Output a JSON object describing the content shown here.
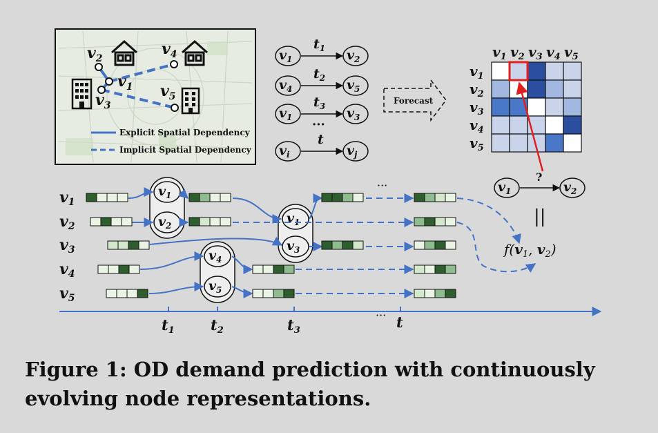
{
  "header_fragment": "",
  "map_panel": {
    "nodes": {
      "v2": "v",
      "v2sub": "2",
      "v4": "v",
      "v4sub": "4",
      "v1": "v",
      "v1sub": "1",
      "v3": "v",
      "v3sub": "3",
      "v5": "v",
      "v5sub": "5"
    },
    "legend": {
      "explicit": "Explicit Spatial Dependency",
      "implicit": "Implicit Spatial Dependency"
    }
  },
  "interactions": [
    {
      "src": "v",
      "srcsub": "1",
      "t": "t",
      "tsub": "1",
      "dst": "v",
      "dstsub": "2"
    },
    {
      "src": "v",
      "srcsub": "4",
      "t": "t",
      "tsub": "2",
      "dst": "v",
      "dstsub": "5"
    },
    {
      "src": "v",
      "srcsub": "1",
      "t": "t",
      "tsub": "3",
      "dst": "v",
      "dstsub": "3"
    },
    {
      "src": "v",
      "srcsub": "i",
      "t": "t",
      "tsub": "",
      "dst": "v",
      "dstsub": "j"
    }
  ],
  "ellipsis": "···",
  "forecast_label": "Forecast",
  "matrix": {
    "headers": [
      "1",
      "2",
      "3",
      "4",
      "5"
    ],
    "colors": {
      "white": "#ffffff",
      "light": "#c9d4ea",
      "mid": "#a3b8e0",
      "blue": "#4a78c8",
      "dark": "#2b4f9e"
    },
    "cells": [
      [
        "white",
        "light",
        "dark",
        "light",
        "light"
      ],
      [
        "mid",
        "white",
        "dark",
        "mid",
        "light"
      ],
      [
        "blue",
        "blue",
        "white",
        "light",
        "mid"
      ],
      [
        "light",
        "light",
        "light",
        "white",
        "dark"
      ],
      [
        "light",
        "light",
        "light",
        "blue",
        "white"
      ]
    ]
  },
  "query": {
    "src": "v",
    "srcsub": "1",
    "q": "?",
    "dst": "v",
    "dstsub": "2",
    "eq": "||",
    "f": "f(",
    "fv1": "v",
    "fv1sub": "1",
    "comma": ", ",
    "fv2": "v",
    "fv2sub": "2",
    "close": ")"
  },
  "timeline": {
    "rows": [
      {
        "label": "v",
        "sub": "1"
      },
      {
        "label": "v",
        "sub": "2"
      },
      {
        "label": "v",
        "sub": "3"
      },
      {
        "label": "v",
        "sub": "4"
      },
      {
        "label": "v",
        "sub": "5"
      }
    ],
    "ticks": [
      {
        "label": "t",
        "sub": "1"
      },
      {
        "label": "t",
        "sub": "2"
      },
      {
        "label": "t",
        "sub": "3"
      },
      {
        "label": "t",
        "sub": ""
      }
    ],
    "pairs": [
      {
        "a": "v",
        "asub": "1",
        "b": "v",
        "bsub": "2"
      },
      {
        "a": "v",
        "asub": "4",
        "b": "v",
        "bsub": "5"
      },
      {
        "a": "v",
        "asub": "1",
        "b": "v",
        "bsub": "3"
      }
    ]
  },
  "colors": {
    "line_blue": "#4472c4",
    "dark_green": "#2e5e2e",
    "mid_green": "#8fbc8f",
    "light_green": "#d4e8cc",
    "pale_green": "#eaf4e4",
    "red": "#e02020"
  },
  "caption": "Figure 1: OD demand prediction with continuously evolving node representations."
}
